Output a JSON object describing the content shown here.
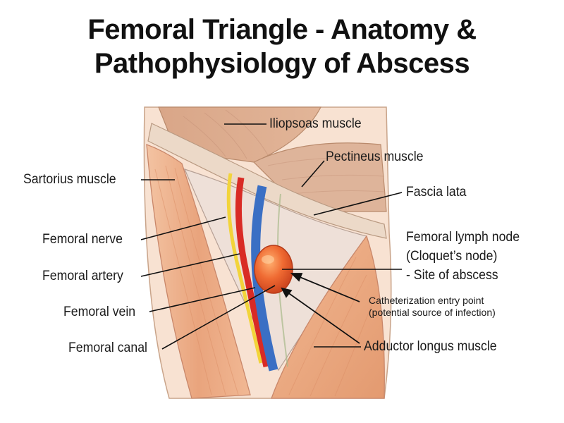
{
  "title": {
    "line1": "Femoral Triangle - Anatomy &",
    "line2": "Pathophysiology of Abscess"
  },
  "labels": {
    "iliopsoas": "Iliopsoas muscle",
    "pectineus": "Pectineus muscle",
    "sartorius": "Sartorius muscle",
    "fascia_lata": "Fascia lata",
    "lymph_node": "Femoral lymph node\n(Cloquet’s node)\n- Site of abscess",
    "femoral_nerve": "Femoral nerve",
    "femoral_artery": "Femoral artery",
    "catheter_entry": "Catheterization entry point\n(potential source of infection)",
    "femoral_vein": "Femoral vein",
    "adductor_longus": "Adductor longus muscle",
    "femoral_canal": "Femoral canal"
  },
  "colors": {
    "muscle": "#e8a27a",
    "muscle_dark": "#d98a62",
    "skin": "#f7dcc8",
    "artery": "#d92b25",
    "vein": "#3a6fc4",
    "nerve": "#f2d43a",
    "abscess": "#ea5a2a",
    "fascia": "#e6d2c0"
  }
}
